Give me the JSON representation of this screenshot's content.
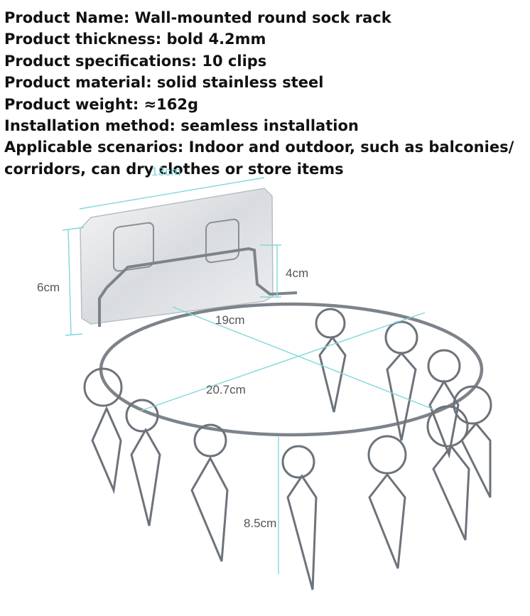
{
  "specs": [
    "Product Name: Wall-mounted round sock rack",
    "Product thickness: bold 4.2mm",
    "Product specifications: 10 clips",
    "Product material: solid stainless steel",
    "Product weight: ≈162g",
    "Installation method: seamless installation",
    "Applicable scenarios: Indoor and outdoor, such as balconies/",
    "corridors, can dry clothes or store items"
  ],
  "dimensions": {
    "top": "13cm",
    "plate_height": "6cm",
    "hook_height": "4cm",
    "width": "19cm",
    "diameter": "20.7cm",
    "clip_length": "8.5cm"
  },
  "colors": {
    "dimension_line": "#7fd7dc",
    "steel": "#8a8f96",
    "steel_dark": "#4a4f55",
    "plate": "#e6e8ea"
  }
}
